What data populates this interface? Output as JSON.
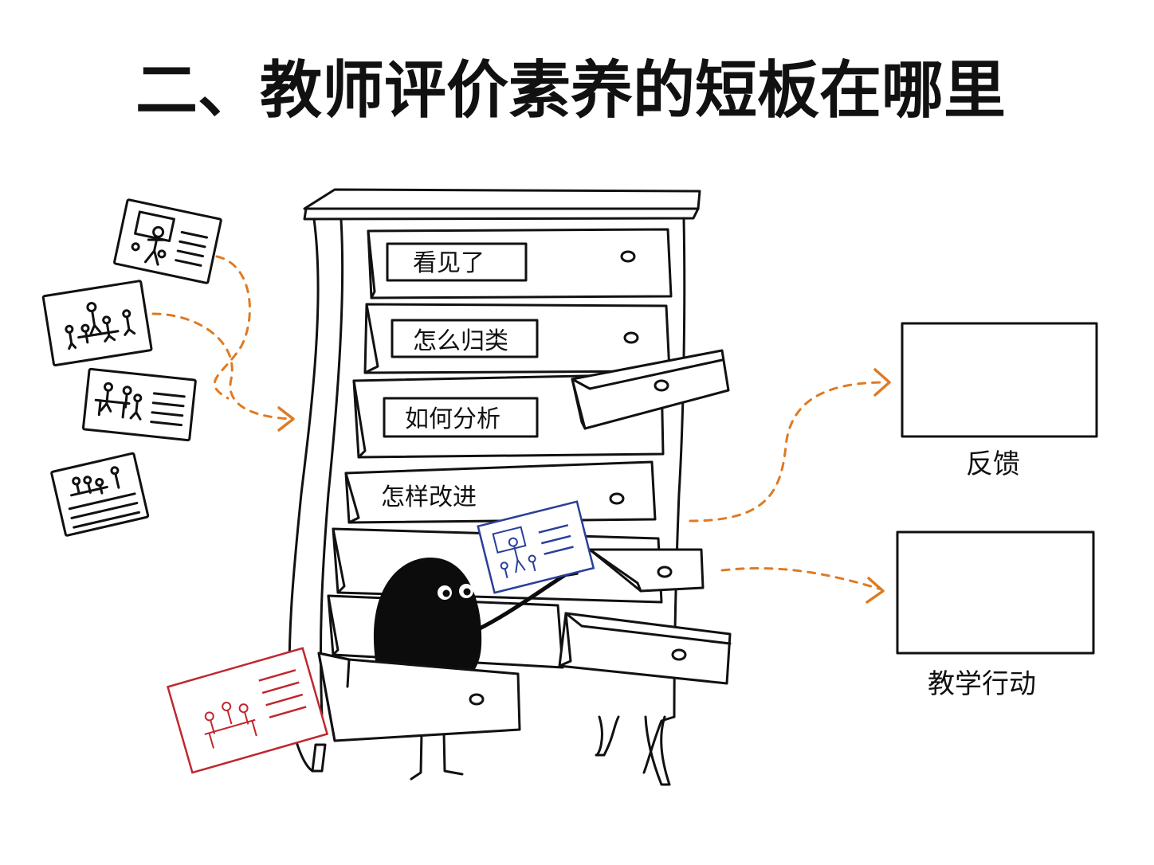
{
  "title": "二、教师评价素养的短板在哪里",
  "drawers": [
    {
      "label": "看见了"
    },
    {
      "label": "怎么归类"
    },
    {
      "label": "如何分析"
    },
    {
      "label": "怎样改进"
    }
  ],
  "outputs": [
    {
      "label": "反馈"
    },
    {
      "label": "教学行动"
    }
  ],
  "colors": {
    "ink": "#111111",
    "arrow": "#e07a22",
    "blue_card": "#2a3f9a",
    "red_card": "#c0272d"
  }
}
